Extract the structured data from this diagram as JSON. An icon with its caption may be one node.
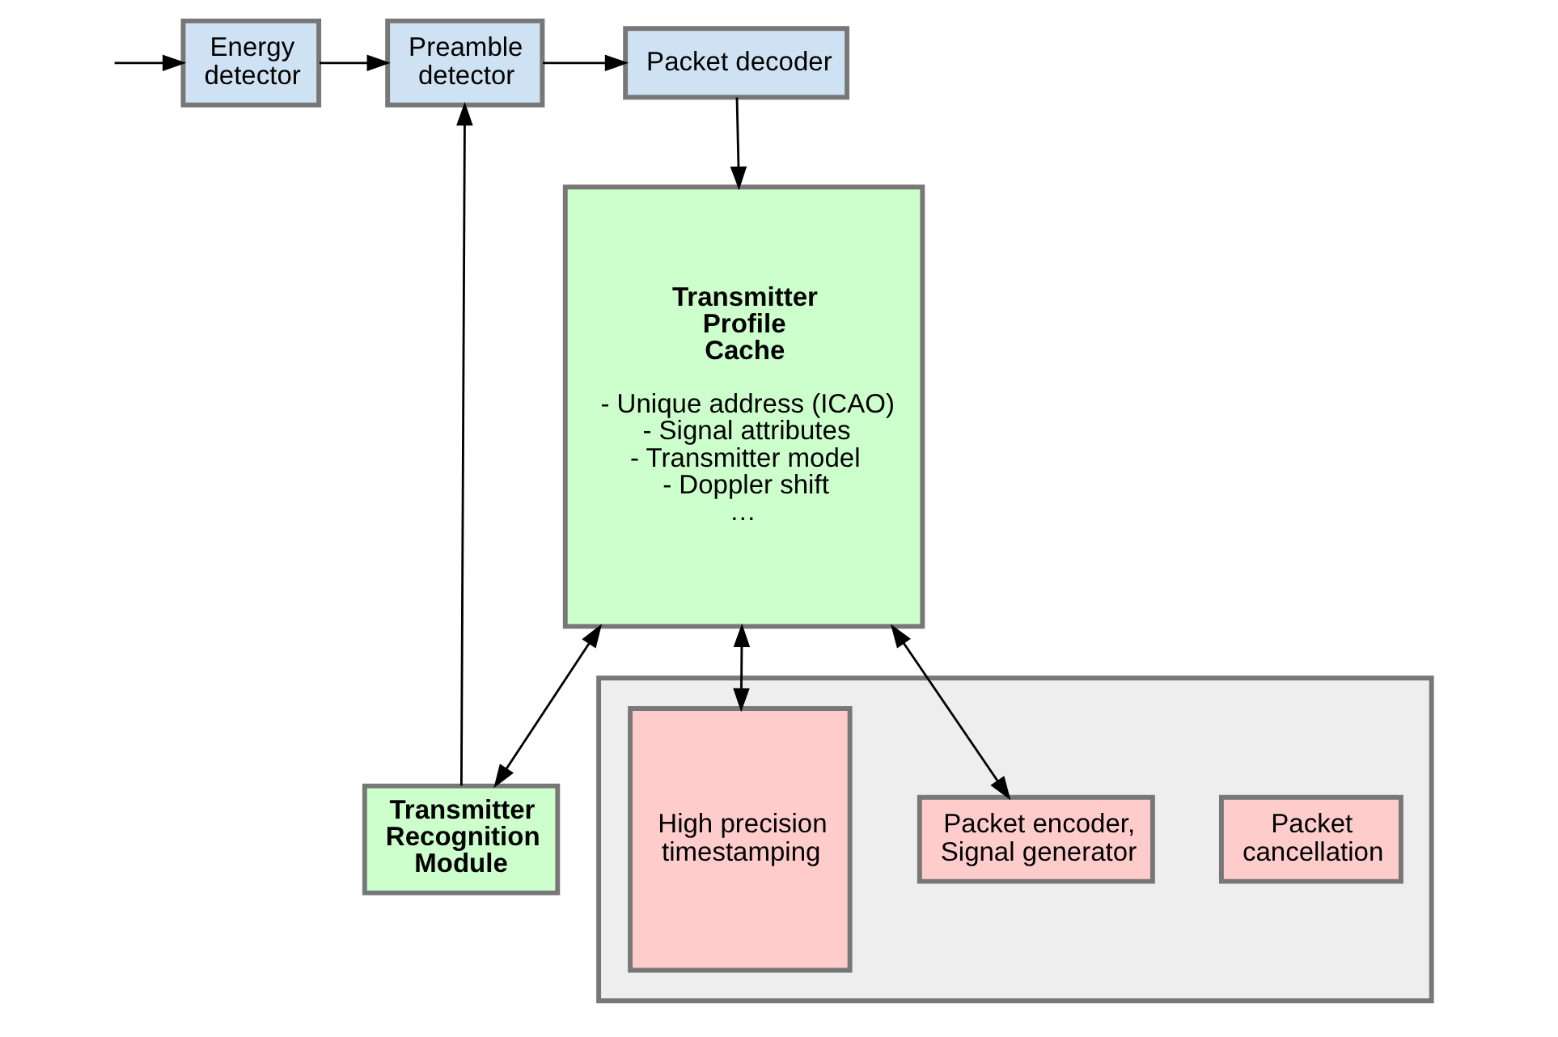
{
  "diagram": {
    "nodes": [
      {
        "text": [
          "Energy detector"
        ]
      },
      {
        "text": [
          "Preamble detector"
        ]
      },
      {
        "text": [
          "Packet decoder"
        ]
      },
      {
        "text": [
          "Transmitter Recognition Module"
        ]
      },
      {
        "text": [
          "Transmitter Profile Cache",
          "- Unique address (ICAO)",
          "- Signal attributes",
          "- Transmitter model",
          "- Doppler shift",
          "…"
        ]
      },
      {
        "text": [],
        "shape": "box"
      },
      {
        "text": [
          "Packet cancellation"
        ],
        "in": 5
      },
      {
        "text": [
          "Packet encoder, Signal generator"
        ],
        "in": 5
      },
      {
        "text": [
          "High precision timestamping"
        ],
        "in": 5
      }
    ],
    "edges": [
      {
        "from": null,
        "to": 0,
        "arrow": "to"
      },
      {
        "from": 0,
        "to": 1,
        "arrow": "to"
      },
      {
        "from": 1,
        "to": 2,
        "arrow": "to"
      },
      {
        "from": 2,
        "to": 4,
        "arrow": "to"
      },
      {
        "from": 3,
        "to": 1,
        "arrow": "to"
      },
      {
        "from": 4,
        "to": 3,
        "arrow": "both"
      },
      {
        "from": 7,
        "to": 4,
        "arrow": "both"
      },
      {
        "from": 8,
        "to": 4,
        "arrow": "both"
      }
    ]
  }
}
